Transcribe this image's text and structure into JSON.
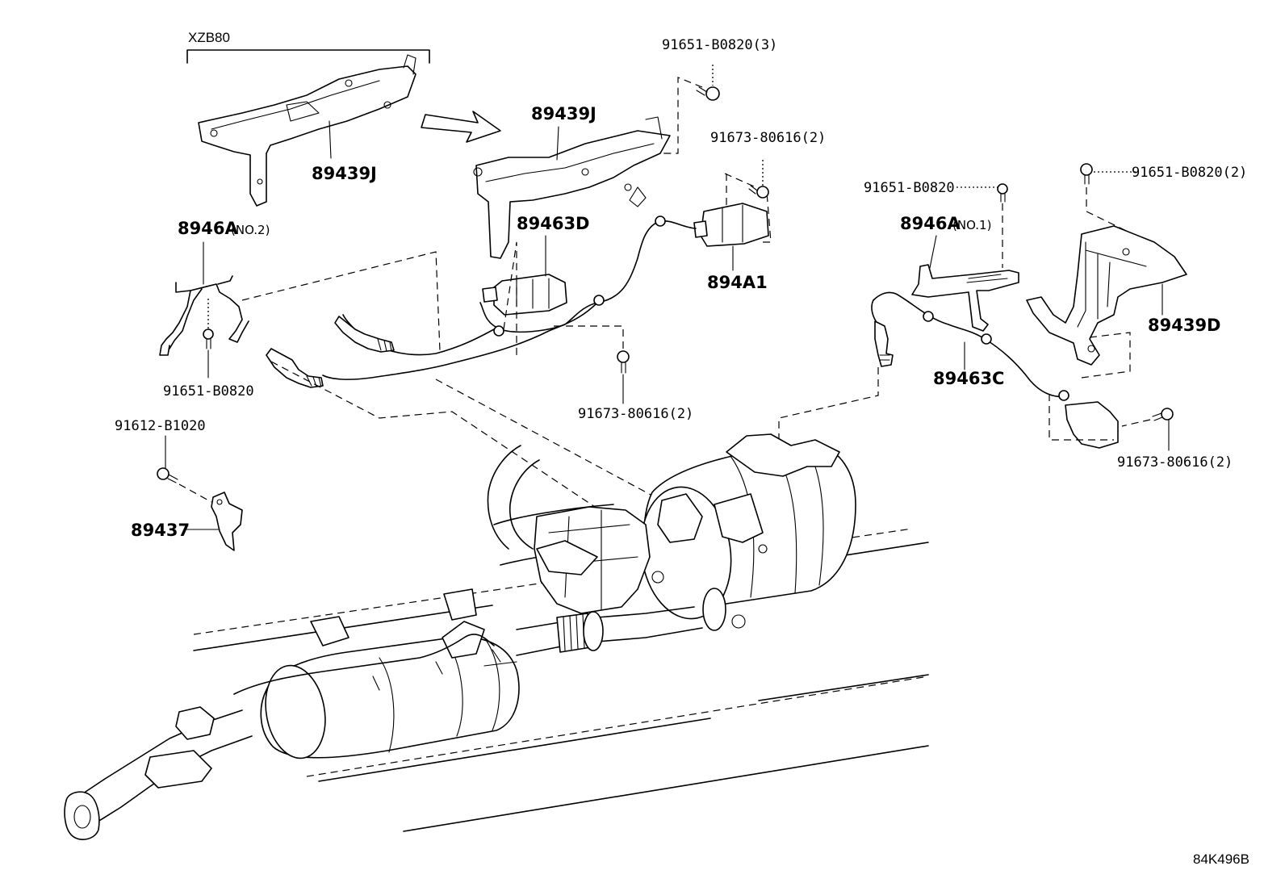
{
  "labels": {
    "model_code": "XZB80",
    "bracket_upper_left": "89439J",
    "bracket_upper_center": "89439J",
    "bolt_top": "91651-B0820(3)",
    "bolt_center_right": "91673-80616(2)",
    "sensor_d": "89463D",
    "sensor_a1": "894A1",
    "clamp_no2_part": "8946A",
    "clamp_no2_note": "(NO.2)",
    "bolt_left_clamp": "91651-B0820",
    "bolt_left_small": "91612-B1020",
    "bracket_small": "89437",
    "bolt_center_lower": "91673-80616(2)",
    "bolt_right_single": "91651-B0820",
    "clamp_no1_part": "8946A",
    "clamp_no1_note": "(NO.1)",
    "bolt_right_top": "91651-B0820(2)",
    "bracket_right": "89439D",
    "sensor_c": "89463C",
    "bolt_right_lower": "91673-80616(2)",
    "drawing_code": "84K496B"
  }
}
